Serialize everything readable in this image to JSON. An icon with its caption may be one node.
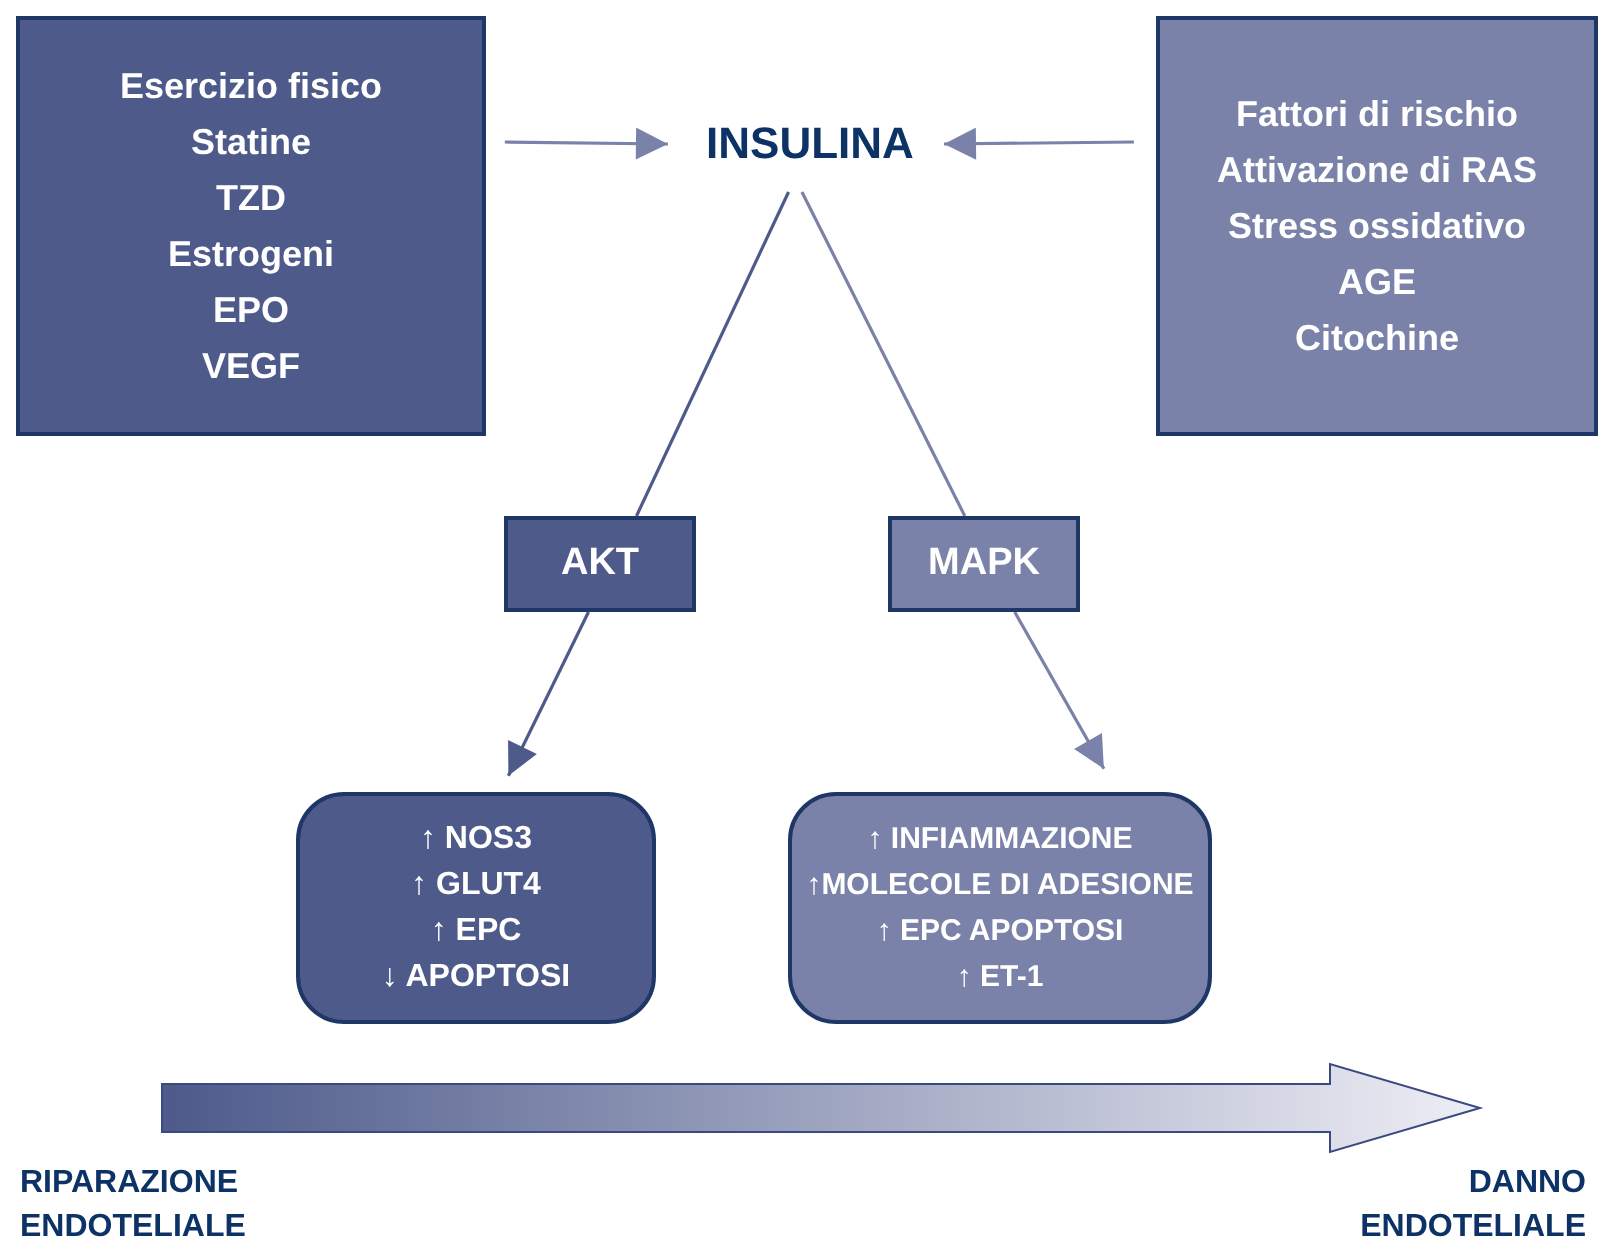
{
  "diagram": {
    "nodes": [
      {
        "text": [
          "Esercizio fisico",
          "Statine",
          "TZD",
          "Estrogeni",
          "EPO",
          "VEGF"
        ]
      },
      {
        "text": [
          "INSULINA"
        ]
      },
      {
        "text": [
          "Fattori di rischio",
          "Attivazione di RAS",
          "Stress ossidativo",
          "AGE",
          "Citochine"
        ]
      },
      {
        "text": [
          "AKT"
        ]
      },
      {
        "text": [
          "MAPK"
        ]
      },
      {
        "text": [
          "↑ NOS3",
          "↑ GLUT4",
          "↑ EPC",
          "↓ APOPTOSI"
        ]
      },
      {
        "text": [
          "↑ INFIAMMAZIONE",
          "↑MOLECOLE DI ADESIONE",
          "↑ EPC APOPTOSI",
          "↑ ET-1"
        ]
      }
    ],
    "edges": [
      {
        "from": 0,
        "to": 1,
        "arrow": "to"
      },
      {
        "from": 2,
        "to": 1,
        "arrow": "to"
      },
      {
        "from": 1,
        "to": 3,
        "arrow": "none",
        "color": "#4d5a8a"
      },
      {
        "from": 1,
        "to": 4,
        "arrow": "none"
      },
      {
        "from": 3,
        "to": 5,
        "arrow": "to",
        "color": "#4d5a8a"
      },
      {
        "from": 4,
        "to": 6,
        "arrow": "to"
      }
    ],
    "labels": [
      "RIPARAZIONE ENDOTELIALE",
      "DANNO ENDOTELIALE"
    ]
  }
}
